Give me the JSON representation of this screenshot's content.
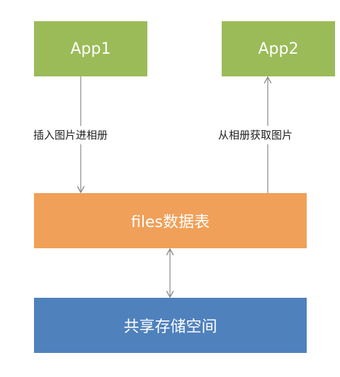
{
  "colors": {
    "app_fill": "#9bbb59",
    "files_fill": "#f0a058",
    "storage_fill": "#4f81bd",
    "arrow": "#888888"
  },
  "nodes": {
    "app1": "App1",
    "app2": "App2",
    "files": "files数据表",
    "storage": "共享存储空间"
  },
  "edges": {
    "insert_label": "插入图片进相册",
    "get_label": "从相册获取图片"
  }
}
